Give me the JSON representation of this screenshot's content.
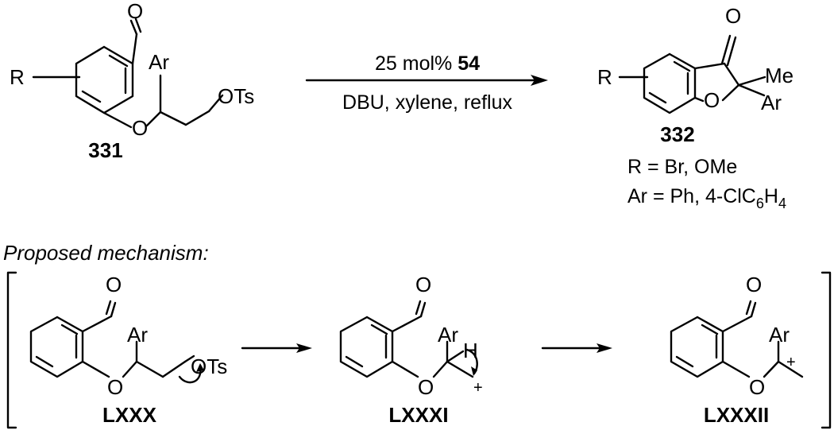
{
  "reaction": {
    "substituent_r": "R",
    "aryl": "Ar",
    "oxygen": "O",
    "tosylate": "OTs",
    "methyl": "Me",
    "starting_label": "331",
    "product_label": "332",
    "conditions_line1_prefix": "25 mol% ",
    "conditions_line1_catalyst": "54",
    "conditions_line2": "DBU, xylene, reflux",
    "r_definition": "R = Br, OMe",
    "ar_definition_prefix": "Ar = Ph, 4-ClC",
    "ar_definition_sub1": "6",
    "ar_definition_mid": "H",
    "ar_definition_sub2": "4"
  },
  "mechanism": {
    "heading": "Proposed mechanism:",
    "hydrogen": "H",
    "plus": "+",
    "intermediate1_label": "LXXX",
    "intermediate2_label": "LXXXI",
    "intermediate3_label": "LXXXII"
  }
}
